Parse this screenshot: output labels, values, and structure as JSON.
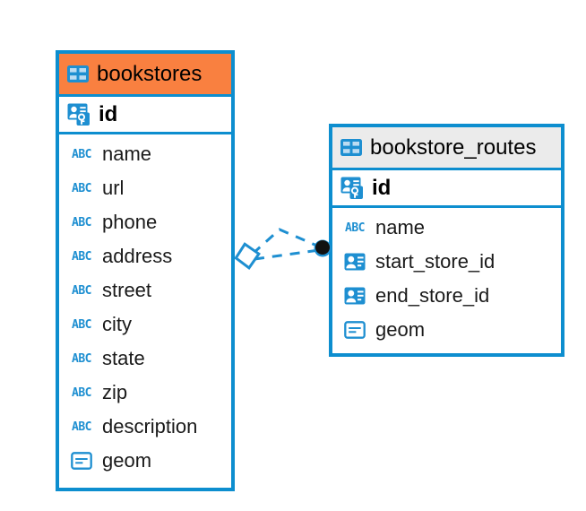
{
  "diagram": {
    "type": "entity-relationship-diagram",
    "background_color": "#ffffff",
    "accent_color": "#0d8ecf",
    "highlight_color": "#f98040",
    "neutral_header_color": "#ebebeb"
  },
  "tables": [
    {
      "name": "bookstores",
      "header_style": "orange",
      "table_icon": "table-icon",
      "primary_key": {
        "label": "id",
        "icon": "primary-key-icon"
      },
      "fields": [
        {
          "label": "name",
          "icon": "abc-text-icon",
          "type": "text"
        },
        {
          "label": "url",
          "icon": "abc-text-icon",
          "type": "text"
        },
        {
          "label": "phone",
          "icon": "abc-text-icon",
          "type": "text"
        },
        {
          "label": "address",
          "icon": "abc-text-icon",
          "type": "text"
        },
        {
          "label": "street",
          "icon": "abc-text-icon",
          "type": "text"
        },
        {
          "label": "city",
          "icon": "abc-text-icon",
          "type": "text"
        },
        {
          "label": "state",
          "icon": "abc-text-icon",
          "type": "text"
        },
        {
          "label": "zip",
          "icon": "abc-text-icon",
          "type": "text"
        },
        {
          "label": "description",
          "icon": "abc-text-icon",
          "type": "text"
        },
        {
          "label": "geom",
          "icon": "geometry-icon",
          "type": "geometry"
        }
      ]
    },
    {
      "name": "bookstore_routes",
      "header_style": "gray",
      "table_icon": "table-icon",
      "primary_key": {
        "label": "id",
        "icon": "primary-key-icon"
      },
      "fields": [
        {
          "label": "name",
          "icon": "abc-text-icon",
          "type": "text"
        },
        {
          "label": "start_store_id",
          "icon": "foreign-key-icon",
          "type": "reference"
        },
        {
          "label": "end_store_id",
          "icon": "foreign-key-icon",
          "type": "reference"
        },
        {
          "label": "geom",
          "icon": "geometry-icon",
          "type": "geometry"
        }
      ]
    }
  ],
  "relationship": {
    "source_table": "bookstores",
    "target_table": "bookstore_routes",
    "source_endpoint_icon": "diamond-endpoint-icon",
    "target_endpoint_icon": "filled-circle-endpoint-icon",
    "line_style": "dashed",
    "line_color": "#1e8fd1",
    "target_endpoint_color": "#111111"
  }
}
